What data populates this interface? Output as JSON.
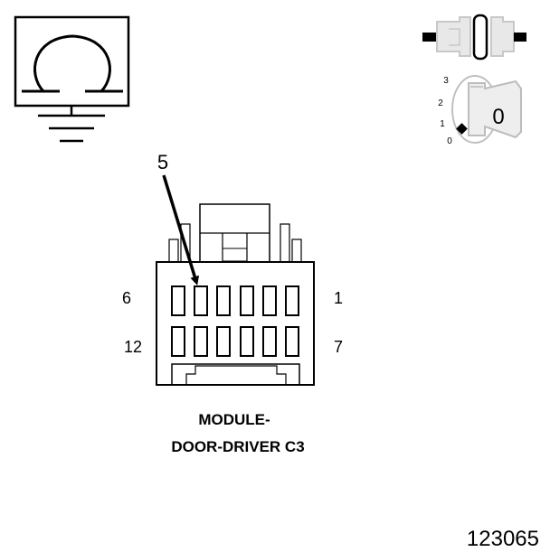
{
  "callout": {
    "pin_number": "5"
  },
  "pin_labels": {
    "top_left": "6",
    "top_right": "1",
    "bottom_left": "12",
    "bottom_right": "7"
  },
  "ignition_switch": {
    "positions": [
      "0",
      "1",
      "2",
      "3"
    ],
    "key_label": "0"
  },
  "connector_title": {
    "line1": "MODULE-",
    "line2": "DOOR-DRIVER C3"
  },
  "figure_number": "123065",
  "icons": {
    "ohmmeter": "ohmmeter-ground-icon",
    "disconnected_connector": "disconnected-connector-icon",
    "ignition": "ignition-key-icon"
  }
}
